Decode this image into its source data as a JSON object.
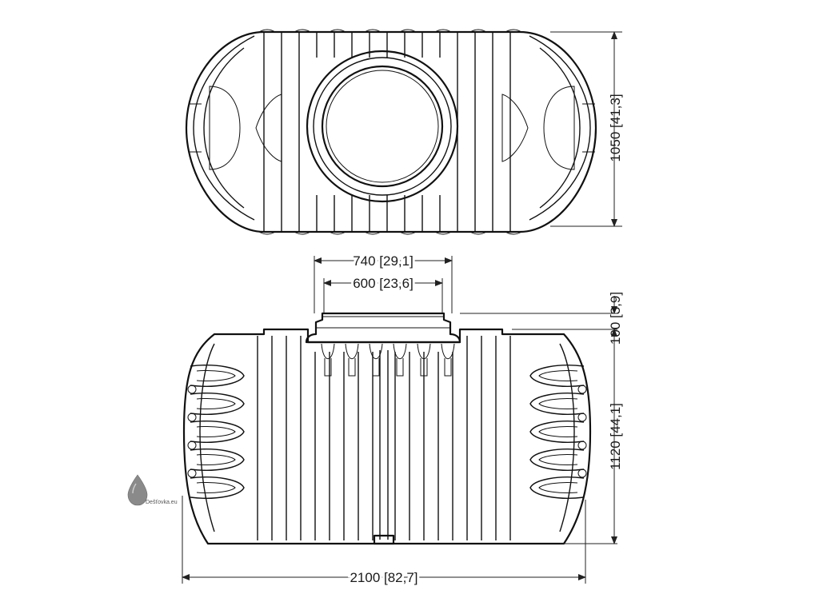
{
  "colors": {
    "line": "#111111",
    "dimension": "#222222",
    "background": "#ffffff",
    "watermark_drop": "#8a8a8a"
  },
  "top_view": {
    "height_dimension": "1050 [41,3]"
  },
  "side_view": {
    "opening_outer_dimension": "740 [29,1]",
    "opening_inner_dimension": "600 [23,6]",
    "neck_height_dimension": "100 [3,9]",
    "body_height_dimension": "1120 [44,1]",
    "length_dimension": "2100 [82,7]"
  },
  "watermark": {
    "text": "Dešťovka.eu",
    "icon": "water-drop-icon"
  }
}
